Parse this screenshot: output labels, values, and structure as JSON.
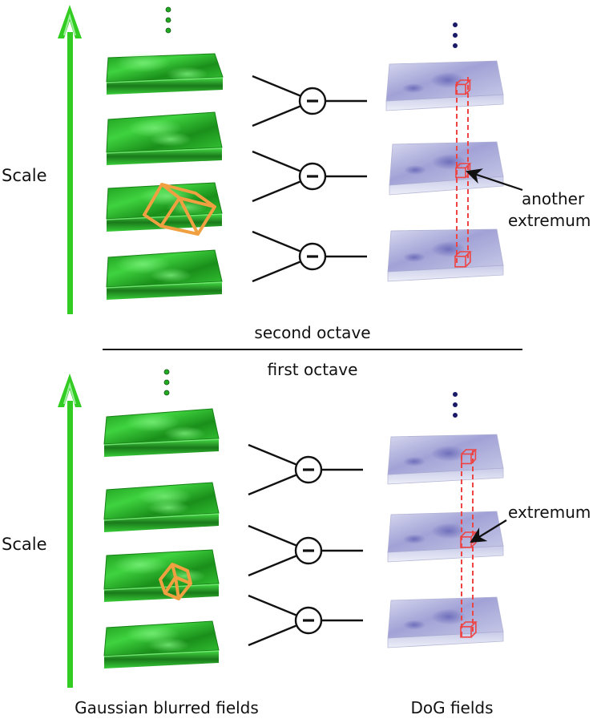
{
  "labels": {
    "scale_top": "Scale",
    "scale_bottom": "Scale",
    "second_octave": "second octave",
    "first_octave": "first octave",
    "another_extremum_line1": "another",
    "another_extremum_line2": "extremum",
    "extremum": "extremum",
    "gaussian_fields": "Gaussian blurred fields",
    "dog_fields": "DoG fields"
  },
  "colors": {
    "scale_arrow": "#33cc22",
    "gaussian_slab": "#1fa61f",
    "dog_slab": "#8080cc",
    "orange_cube": "#f0a040",
    "red_marker": "#ee4444",
    "ellipsis_green": "#228822",
    "ellipsis_navy": "#1a1a66"
  },
  "icons": {
    "minus_operator": "minus-circle-icon",
    "arrow": "arrow-icon"
  }
}
